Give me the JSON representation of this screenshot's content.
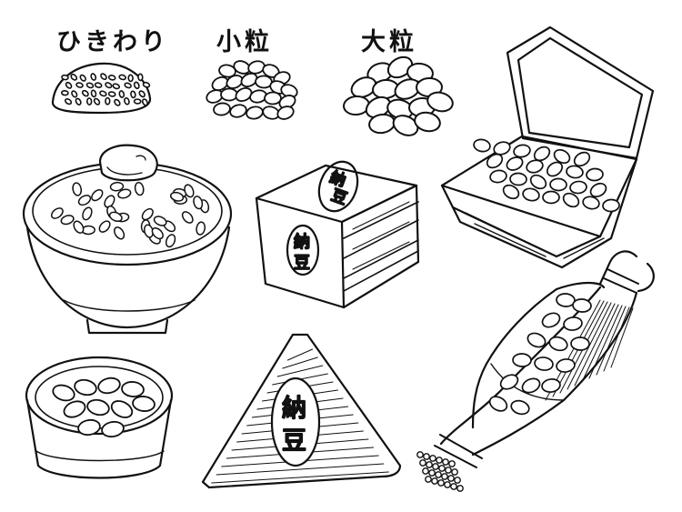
{
  "labels": {
    "hikiwari": "ひきわり",
    "kotsubu": "小粒",
    "ootsubu": "大粒"
  },
  "package_text": {
    "box_top": [
      "納",
      "豆"
    ],
    "box_side": [
      "納",
      "豆"
    ],
    "triangle": [
      "納",
      "豆"
    ]
  },
  "colors": {
    "ink": "#111111",
    "paper": "#ffffff"
  },
  "icons": [
    "hikiwari-beans-pile",
    "small-beans-pile",
    "large-beans-pile",
    "rice-bowl-with-egg",
    "styrofoam-tray-open",
    "natto-box-stack",
    "small-cup",
    "triangle-package",
    "straw-wrapped-natto"
  ]
}
